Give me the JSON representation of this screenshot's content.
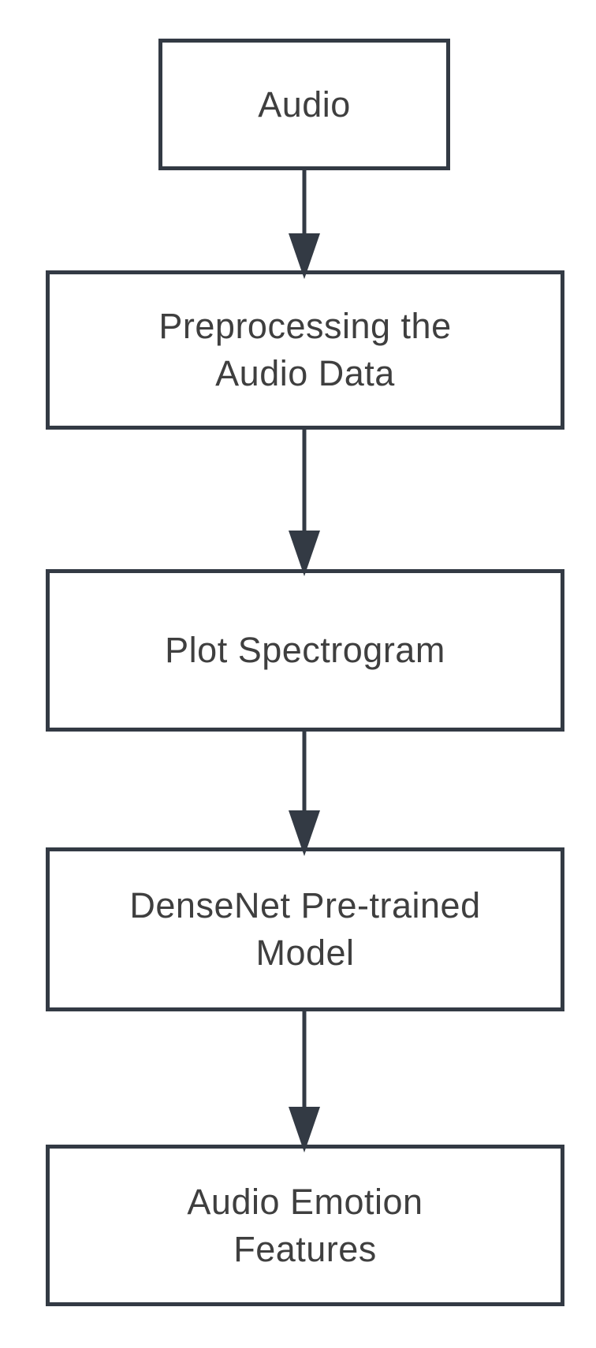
{
  "diagram": {
    "type": "flowchart",
    "direction": "top-down",
    "colors": {
      "background": "#ffffff",
      "node_fill": "#ffffff",
      "node_border": "#333a44",
      "text": "#3f3f3f",
      "arrow": "#333a44"
    },
    "nodes": [
      {
        "id": "audio",
        "label": "Audio"
      },
      {
        "id": "preprocessing",
        "label": "Preprocessing the\nAudio Data"
      },
      {
        "id": "plot-spectrogram",
        "label": "Plot Spectrogram"
      },
      {
        "id": "densenet-model",
        "label": "DenseNet Pre-trained\nModel"
      },
      {
        "id": "emotion-features",
        "label": "Audio Emotion\nFeatures"
      }
    ],
    "edges": [
      {
        "from": "audio",
        "to": "preprocessing"
      },
      {
        "from": "preprocessing",
        "to": "plot-spectrogram"
      },
      {
        "from": "plot-spectrogram",
        "to": "densenet-model"
      },
      {
        "from": "densenet-model",
        "to": "emotion-features"
      }
    ]
  }
}
